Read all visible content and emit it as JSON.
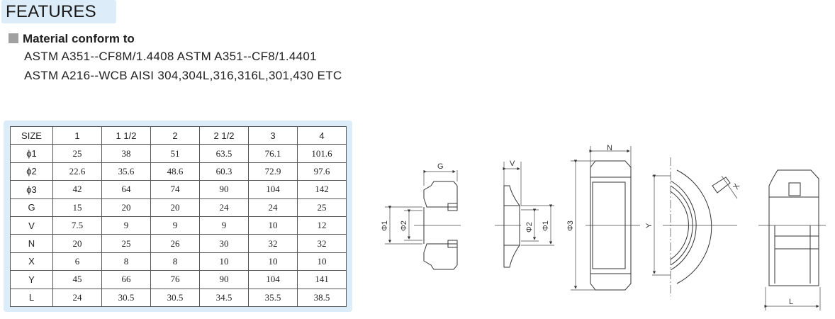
{
  "header": {
    "title": "FEATURES"
  },
  "material": {
    "heading": "Material conform to",
    "lines": [
      "ASTM A351--CF8M/1.4408  ASTM A351--CF8/1.4401",
      "ASTM A216--WCB  AISI 304,304L,316,316L,301,430 ETC"
    ]
  },
  "table": {
    "header": [
      "SIZE",
      "1",
      "1 1/2",
      "2",
      "2 1/2",
      "3",
      "4"
    ],
    "rows": [
      [
        "ϕ1",
        "25",
        "38",
        "51",
        "63.5",
        "76.1",
        "101.6"
      ],
      [
        "ϕ2",
        "22.6",
        "35.6",
        "48.6",
        "60.3",
        "72.9",
        "97.6"
      ],
      [
        "ϕ3",
        "42",
        "64",
        "74",
        "90",
        "104",
        "142"
      ],
      [
        "G",
        "15",
        "20",
        "20",
        "24",
        "24",
        "25"
      ],
      [
        "V",
        "7.5",
        "9",
        "9",
        "9",
        "10",
        "12"
      ],
      [
        "N",
        "20",
        "25",
        "26",
        "30",
        "32",
        "32"
      ],
      [
        "X",
        "6",
        "8",
        "8",
        "10",
        "10",
        "10"
      ],
      [
        "Y",
        "45",
        "66",
        "76",
        "90",
        "104",
        "141"
      ],
      [
        "L",
        "24",
        "30.5",
        "30.5",
        "34.5",
        "35.5",
        "38.5"
      ]
    ]
  },
  "drawings": {
    "labels": {
      "g": "G",
      "v": "V",
      "n": "N",
      "x": "X",
      "y": "Y",
      "l": "L",
      "phi1": "Φ1",
      "phi2": "Φ2",
      "phi3": "Φ3"
    }
  },
  "colors": {
    "accent_bg": "#dcecf8",
    "bullet": "#a0a0a0"
  }
}
